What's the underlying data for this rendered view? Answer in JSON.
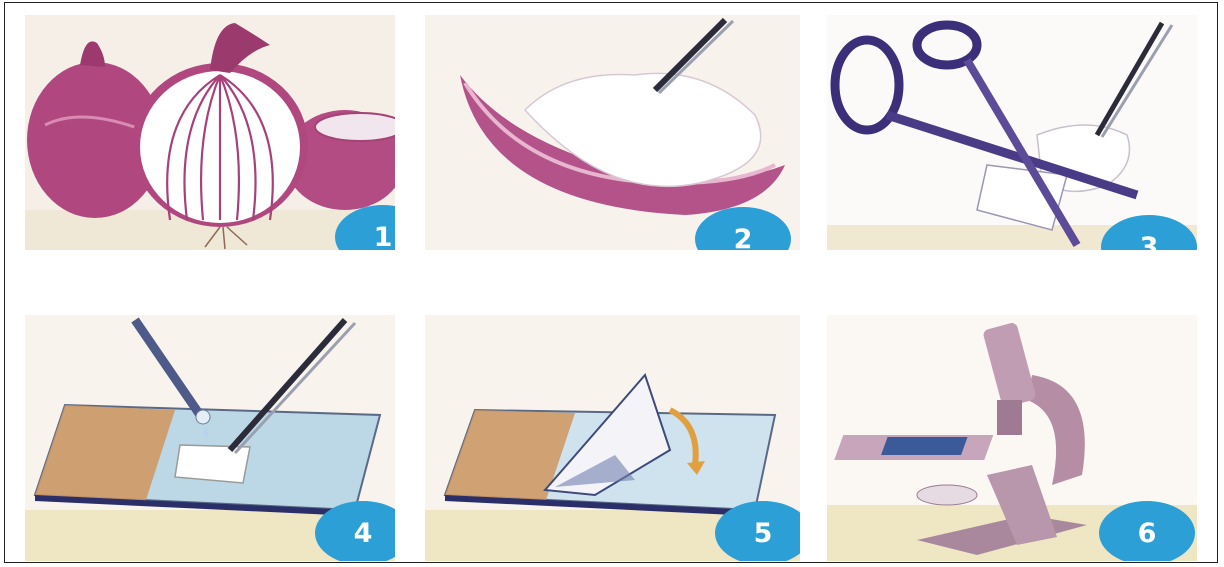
{
  "steps": [
    {
      "number": "1",
      "illustration": "onion-cut-in-half"
    },
    {
      "number": "2",
      "illustration": "peeling-onion-skin-with-tweezers"
    },
    {
      "number": "3",
      "illustration": "cutting-skin-with-scissors"
    },
    {
      "number": "4",
      "illustration": "placing-skin-on-slide-with-dropper"
    },
    {
      "number": "5",
      "illustration": "lowering-cover-slip"
    },
    {
      "number": "6",
      "illustration": "microscope"
    }
  ],
  "colors": {
    "badge": "#2b9fd6",
    "badge_text": "#ffffff",
    "onion": "#b0487f",
    "panel_bg": "#f7f1ea",
    "ground": "#efe6c2"
  }
}
